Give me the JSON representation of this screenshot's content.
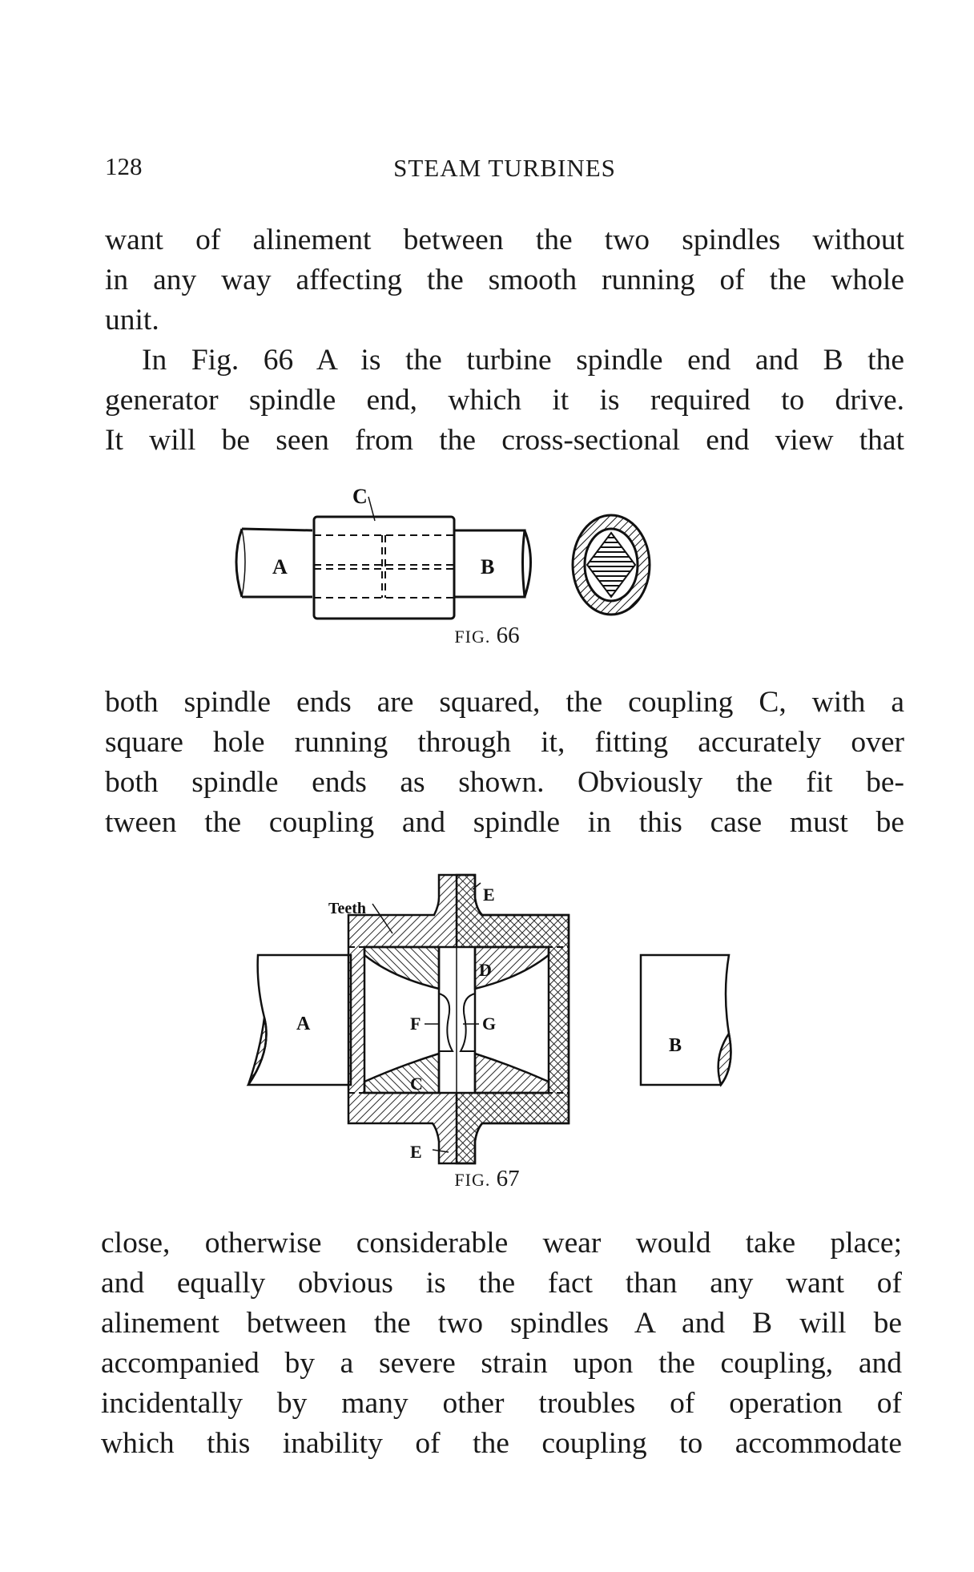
{
  "header": {
    "page_number": "128",
    "running_title": "STEAM TURBINES"
  },
  "paragraph1": [
    "want of alinement between the two spindles without",
    "in any way affecting the smooth running of the whole",
    "unit."
  ],
  "paragraph2": [
    "In Fig. 66 A is the turbine spindle end and B the",
    "generator spindle end, which it is required to drive.",
    "It will be seen from the cross-sectional end view that"
  ],
  "figure66": {
    "caption_prefix": "FIG.",
    "caption_number": "66",
    "labels": {
      "a": "A",
      "b": "B",
      "c": "C"
    }
  },
  "paragraph3": [
    "both spindle ends are squared, the coupling C, with a",
    "square hole running through it, fitting accurately over",
    "both spindle ends as shown.  Obviously the fit be-",
    "tween the coupling and spindle in this case must be"
  ],
  "figure67": {
    "caption_prefix": "FIG.",
    "caption_number": "67",
    "labels": {
      "teeth": "Teeth",
      "e_top": "E",
      "e_bottom": "E",
      "d": "D",
      "a": "A",
      "b": "B",
      "f": "F",
      "g": "G",
      "c": "C"
    }
  },
  "paragraph4": [
    "close, otherwise considerable wear would take place;",
    "and equally obvious is the fact than any want of",
    "alinement between the two spindles A and B will be",
    "accompanied by a severe strain upon the coupling, and",
    "incidentally by many other troubles of operation of",
    "which this inability of the coupling to accommodate"
  ]
}
